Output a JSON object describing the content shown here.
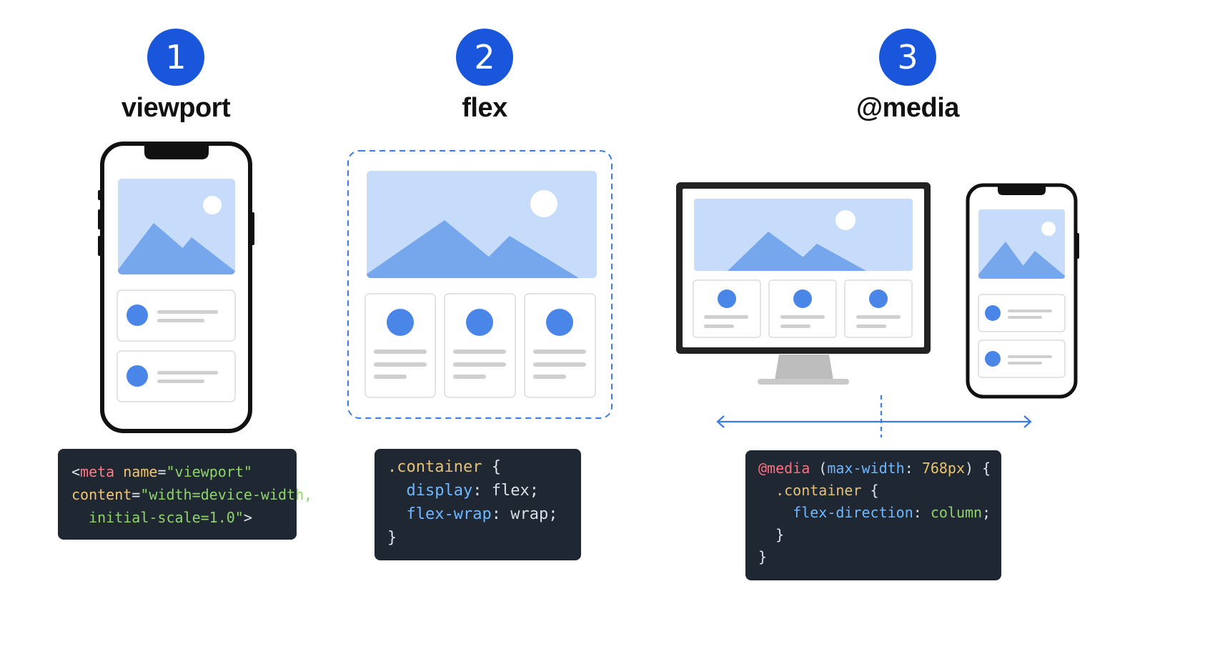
{
  "steps": [
    {
      "number": "1",
      "title": "viewport"
    },
    {
      "number": "2",
      "title": "flex"
    },
    {
      "number": "3",
      "title": "@media"
    }
  ],
  "colors": {
    "badge": "#1a56db",
    "image_bg": "#c6dcfa",
    "mountain": "#76a7ec",
    "accent_dot": "#4a86e8",
    "dashed_border": "#3b7be3",
    "code_bg": "#1f2733",
    "text_line": "#cfcfcf"
  },
  "code_blocks": {
    "viewport": {
      "l1_open": "<",
      "l1_tag": "meta",
      "l1_attr": " name",
      "l1_eq": "=",
      "l1_str": "\"viewport\"",
      "l2_attr": "content",
      "l2_eq": "=",
      "l2_str": "\"width=device-width,",
      "l3_str": "  initial-scale=1.0\"",
      "l3_close": ">"
    },
    "flex": {
      "l1_sel": ".container",
      "l1_brace": " {",
      "l2_prop": "  display",
      "l2_colon": ": ",
      "l2_val": "flex",
      "l2_semi": ";",
      "l3_prop": "  flex-wrap",
      "l3_colon": ": ",
      "l3_val": "wrap",
      "l3_semi": ";",
      "l4_brace": "}"
    },
    "media": {
      "l1_at": "@media",
      "l1_paren_open": " (",
      "l1_prop": "max-width",
      "l1_colon": ": ",
      "l1_num": "768px",
      "l1_paren_close": ") {",
      "l2_sel": "  .container",
      "l2_brace": " {",
      "l3_prop": "    flex-direction",
      "l3_colon": ": ",
      "l3_val": "column",
      "l3_semi": ";",
      "l4_brace": "  }",
      "l5_brace": "}"
    }
  }
}
